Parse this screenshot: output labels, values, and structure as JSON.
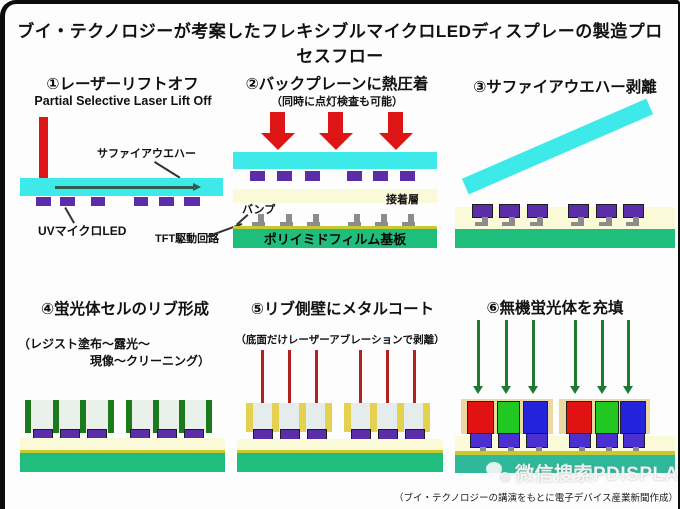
{
  "header": {
    "title": "ブイ・テクノロジーが考案したフレキシブルマイクロLEDディスプレーの製造プロセスフロー"
  },
  "steps": [
    {
      "title": "①レーザーリフトオフ",
      "subtitle": "Partial Selective Laser Lift Off",
      "wafer_label": "サファイアウエハー",
      "led_label": "UVマイクロLED",
      "tft_label": "TFT駆動回路"
    },
    {
      "title": "②バックプレーンに熱圧着",
      "subtitle": "（同時に点灯検査も可能）",
      "adhesive_label": "接着層",
      "bump_label": "バンプ",
      "substrate_label": "ポリイミドフィルム基板"
    },
    {
      "title": "③サファイアウエハー剥離"
    },
    {
      "title": "④蛍光体セルのリブ形成",
      "subtitle_line1": "（レジスト塗布～露光～",
      "subtitle_line2": "現像～クリーニング）"
    },
    {
      "title": "⑤リブ側壁にメタルコート",
      "subtitle": "（底面だけレーザーアブレーションで剥離）"
    },
    {
      "title": "⑥無機蛍光体を充填"
    }
  ],
  "footer": {
    "watermark": "微信搜索PDISPLAY",
    "caption": "（ブイ・テクノロジーの講演をもとに電子デバイス産業新聞作成）"
  },
  "colors": {
    "sapphire_cyan": "#3DE9E9",
    "micro_led_purple": "#5B2DA8",
    "led_chip_blue": "#4B2FD0",
    "substrate_green": "#1FBE7D",
    "substrate_teal": "#2FB99B",
    "adhesive_cream": "#FAFAD8",
    "backplane_olive": "#C8C832",
    "rib_dark_green": "#1B7A1B",
    "rib_metal_yellow": "#E3D14F",
    "laser_arrow_red": "#DD1515",
    "ablation_arrow_dark_red": "#B22222",
    "phosphor_arrow_green": "#1E7A30",
    "phosphor_red": "#E01212",
    "phosphor_green": "#22C822",
    "phosphor_blue": "#2323DC"
  }
}
